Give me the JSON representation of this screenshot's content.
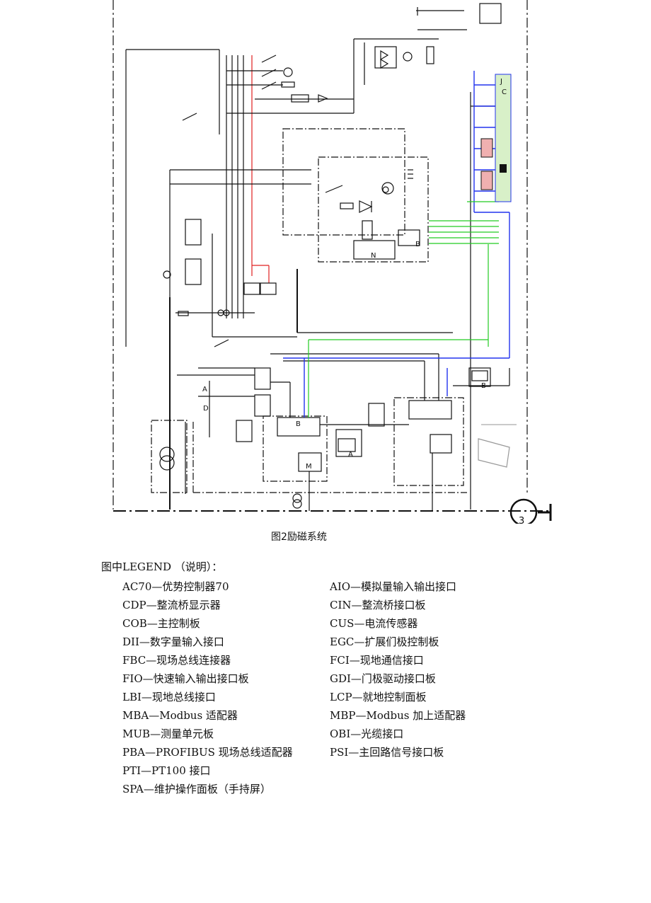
{
  "caption": "图2励磁系统",
  "legend_heading": "图中LEGEND （说明）：",
  "legend_left": [
    "AC70—优势控制器70",
    "CDP—整流桥显示器",
    "COB—主控制板",
    "DII—数字量输入接口",
    "FBC—现场总线连接器",
    "FIO—快速输入输出接口板",
    "LBI—现地总线接口",
    "MBA—Modbus 适配器",
    "MUB—测量单元板",
    "PBA—PROFIBUS 现场总线适配器",
    "PTI—PT100 接口",
    "SPA—维护操作面板（手持屏）"
  ],
  "legend_right": [
    "AIO—模拟量输入输出接口",
    "CIN—整流桥接口板",
    "CUS—电流传感器",
    "EGC—扩展们极控制板",
    "FCI—现地通信接口",
    "GDI—门极驱动接口板",
    "LCP—就地控制面板",
    "MBP—Modbus 加上适配器",
    "OBI—光缆接口",
    "PSI—主回路信号接口板"
  ],
  "diagram_labels": {
    "generator_symbol": "3",
    "terminal_a": "A",
    "terminal_b": "B",
    "terminal_c": "C",
    "terminal_m": "M",
    "terminal_n": "N",
    "terminal_d": "D",
    "terminal_j": "J"
  },
  "colors": {
    "line": "#111111",
    "red_signal": "#e02020",
    "green_signal": "#22cc22",
    "blue_signal": "#2233ee",
    "panel_fill": "#d8f0c8"
  }
}
